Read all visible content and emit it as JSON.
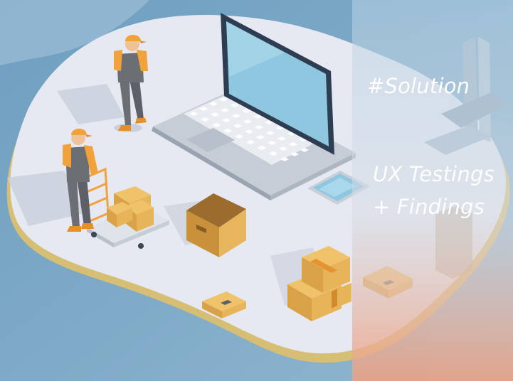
{
  "overlay": {
    "tag": "#Solution",
    "title_line1": "UX Testings",
    "title_line2": "+ Findings"
  },
  "illustration": {
    "subject": "isometric warehouse logistics scene",
    "icons": [
      "worker-standing-icon",
      "worker-pushing-cart-icon",
      "laptop-icon",
      "smartphone-icon",
      "cardboard-box-icon",
      "hand-truck-icon",
      "pallet-jack-icon"
    ]
  },
  "colors": {
    "background": "#7fa9c6",
    "floor": "#e6e9f2",
    "floor_edge": "#d9c27a",
    "box": "#e6b55c",
    "box_dark": "#c9913a",
    "worker_orange": "#f2a23a",
    "worker_gray": "#6b6e73",
    "laptop_frame": "#2e3e52",
    "screen": "#8ec7df",
    "panel_top": "#a9c8db",
    "panel_bottom": "#e8a88b"
  }
}
